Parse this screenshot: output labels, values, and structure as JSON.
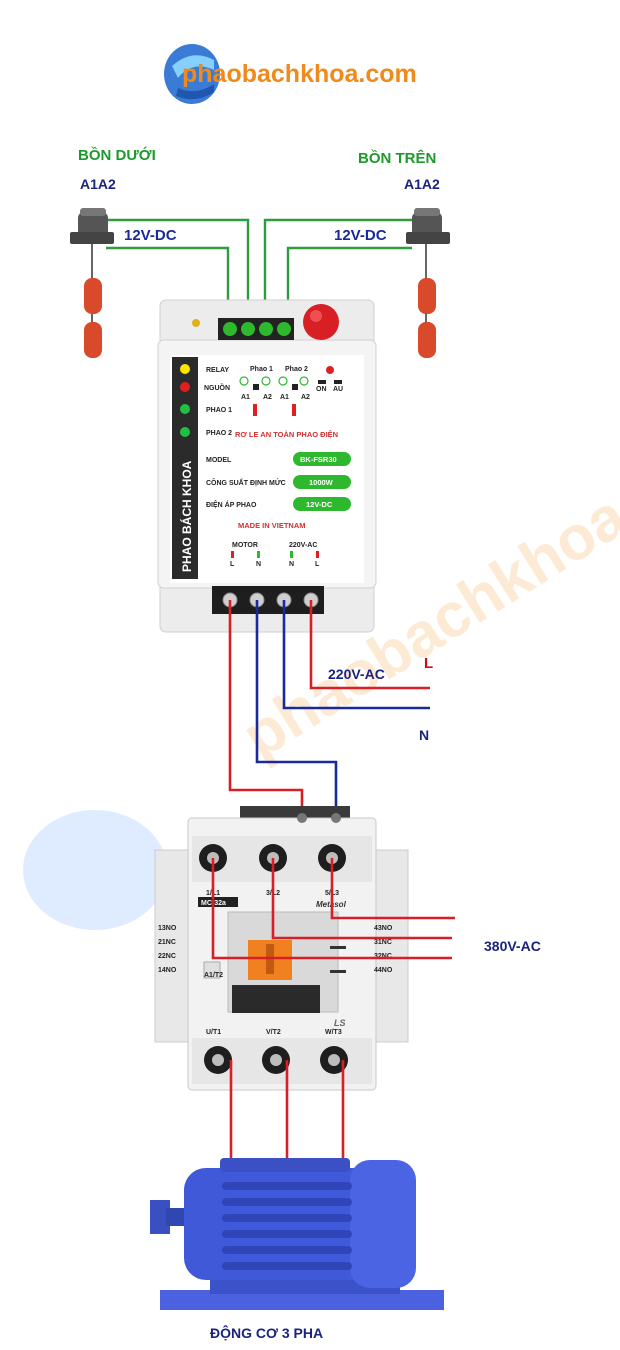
{
  "logo": {
    "text": "phaobachkhoa.com"
  },
  "watermark": {
    "text": "phaobachkhoa.com"
  },
  "tanks": {
    "lower": {
      "title": "BỒN DƯỚI",
      "terminals": "A1A2",
      "voltage": "12V-DC"
    },
    "upper": {
      "title": "BỒN TRÊN",
      "terminals": "A1A2",
      "voltage": "12V-DC"
    }
  },
  "relay": {
    "side_label": "PHAO BÁCH KHOA",
    "indicators": [
      "RELAY",
      "NGUỒN",
      "PHAO 1",
      "PHAO 2"
    ],
    "float_headers": [
      "Phao 1",
      "Phao 2"
    ],
    "terminal_labels": [
      "A1",
      "A2",
      "A1",
      "A2"
    ],
    "switch_labels": [
      "ON",
      "AU"
    ],
    "product_name": "RƠ LE AN TOÀN PHAO ĐIỆN",
    "specs": [
      {
        "label": "MODEL",
        "value": "BK-FSR30"
      },
      {
        "label": "CÔNG SUẤT ĐỊNH MỨC",
        "value": "1000W"
      },
      {
        "label": "ĐIỆN ÁP PHAO",
        "value": "12V-DC"
      }
    ],
    "origin": "MADE IN VIETNAM",
    "bottom_groups": [
      "MOTOR",
      "220V-AC"
    ],
    "bottom_terminals": [
      "L",
      "N",
      "N",
      "L"
    ]
  },
  "power": {
    "voltage": "220V-AC",
    "line": "L",
    "neutral": "N"
  },
  "contactor": {
    "model": "MC-32a",
    "brand": "Metasol",
    "logo": "LS",
    "top_terminals": [
      "1/L1",
      "3/L2",
      "5/L3"
    ],
    "bottom_terminals": [
      "U/T1",
      "V/T2",
      "W/T3"
    ],
    "aux_left": [
      "13NO",
      "21NC",
      "22NC",
      "14NO"
    ],
    "aux_right": [
      "43NO",
      "31NC",
      "32NC",
      "44NO"
    ],
    "coil": "A1/T2",
    "supply": "380V-AC"
  },
  "motor": {
    "label": "ĐỘNG CƠ 3 PHA"
  },
  "colors": {
    "wire_red": "#d81f26",
    "wire_blue": "#1a2a9a",
    "wire_green": "#2e9b3c",
    "motor_blue": "#4059d8",
    "relay_dark": "#2b2b2b"
  }
}
